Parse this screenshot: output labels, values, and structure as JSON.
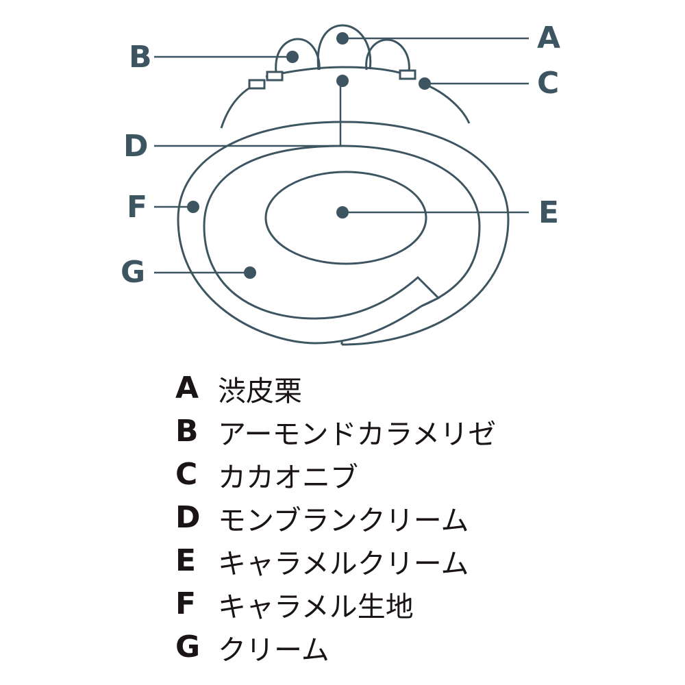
{
  "colors": {
    "diagram": "#3d5560",
    "text": "#1a1414"
  },
  "callouts": [
    "A",
    "B",
    "C",
    "D",
    "E",
    "F",
    "G"
  ],
  "legend": [
    {
      "key": "A",
      "label": "渋皮栗"
    },
    {
      "key": "B",
      "label": "アーモンドカラメリゼ"
    },
    {
      "key": "C",
      "label": "カカオニブ"
    },
    {
      "key": "D",
      "label": "モンブランクリーム"
    },
    {
      "key": "E",
      "label": "キャラメルクリーム"
    },
    {
      "key": "F",
      "label": "キャラメル生地"
    },
    {
      "key": "G",
      "label": "クリーム"
    }
  ]
}
